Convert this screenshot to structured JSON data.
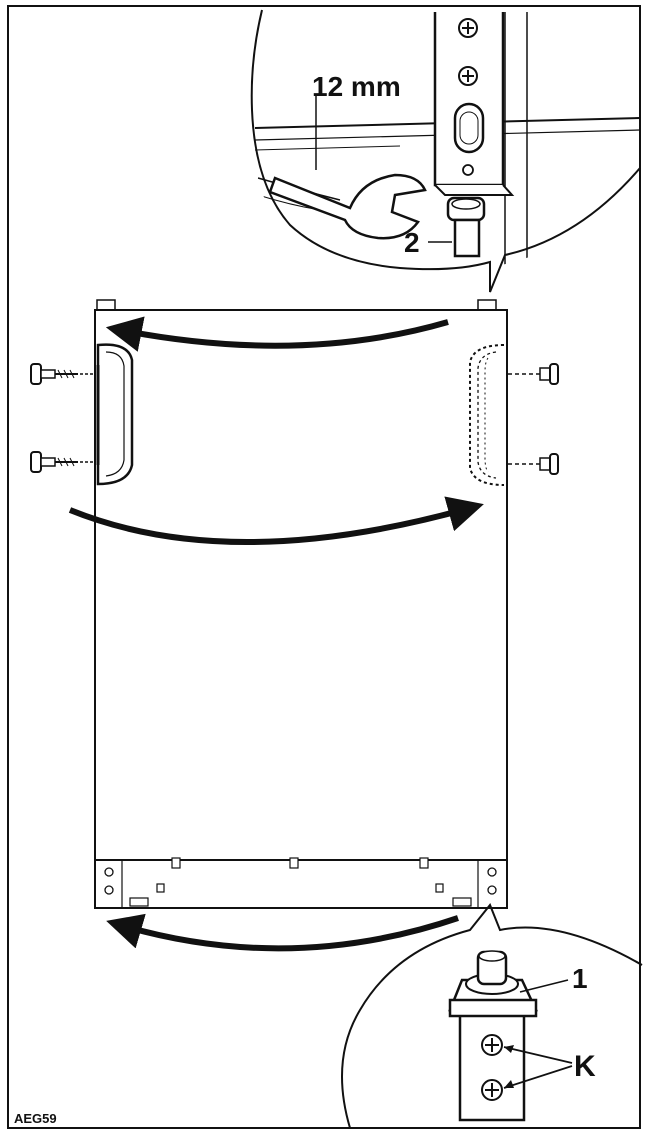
{
  "labels": {
    "wrench_size": "12 mm",
    "top_pivot": "2",
    "bottom_pivot": "1",
    "screws": "K"
  },
  "figure_code": "AEG59",
  "colors": {
    "ink": "#111111",
    "paper": "#ffffff"
  },
  "icons": [
    "wrench-icon",
    "screw-icon",
    "curved-arrow-icon",
    "door-handle-icon",
    "hinge-pin-icon"
  ]
}
